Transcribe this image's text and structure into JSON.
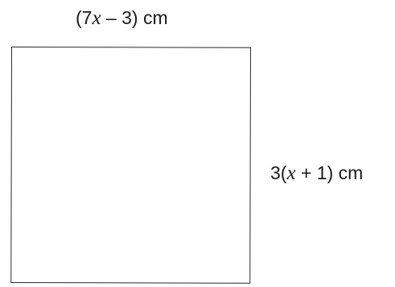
{
  "diagram": {
    "top_label": {
      "open": "(7",
      "variable": "x",
      "close": " – 3) cm"
    },
    "side_label": {
      "open": "3(",
      "variable": "x",
      "close": " + 1) cm"
    }
  }
}
